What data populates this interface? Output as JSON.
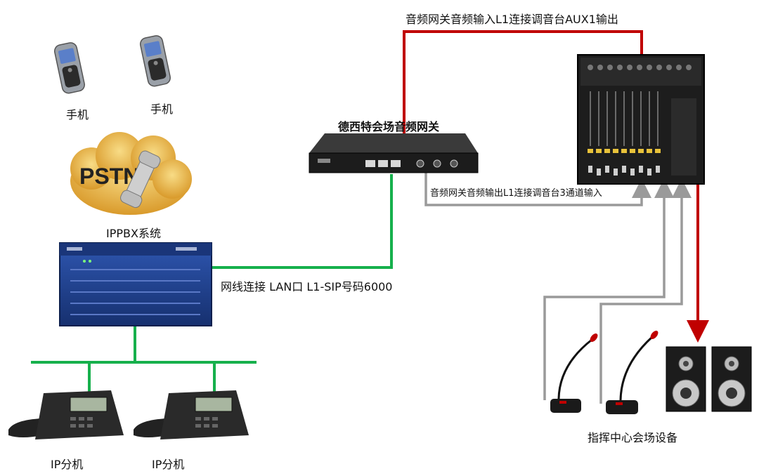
{
  "labels": {
    "phone1": "手机",
    "phone2": "手机",
    "pstn_logo": "PSTN",
    "ippbx": "IPPBX系统",
    "gateway_title": "德西特会场音频网关",
    "mixer_aux_link": "音频网关音频输入L1连接调音台AUX1输出",
    "gateway_output_link": "音频网关音频输出L1连接调音台3通道输入",
    "network_link": "网线连接 LAN口  L1-SIP号码6000",
    "ipphone1": "IP分机",
    "ipphone2": "IP分机",
    "command_center": "指挥中心会场设备"
  },
  "colors": {
    "red_line": "#c00000",
    "green_line": "#16b04c",
    "gray_line": "#9a9a9a",
    "pbx_blue": "#1e3f8f",
    "pstn_cloud": "#e9b84c"
  }
}
